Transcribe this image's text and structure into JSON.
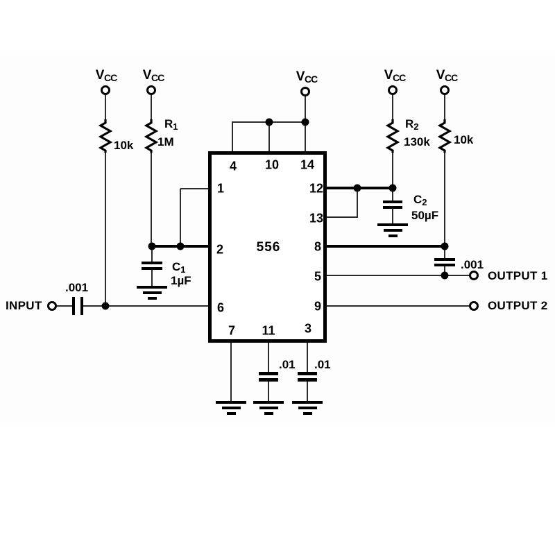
{
  "colors": {
    "ink": "#000000",
    "paper": "#ffffff"
  },
  "power": {
    "v": "V",
    "sub": "CC"
  },
  "ic": {
    "part": "556",
    "pins": {
      "p1": "1",
      "p2": "2",
      "p3": "3",
      "p4": "4",
      "p5": "5",
      "p6": "6",
      "p7": "7",
      "p8": "8",
      "p9": "9",
      "p10": "10",
      "p11": "11",
      "p12": "12",
      "p13": "13",
      "p14": "14"
    }
  },
  "resistors": {
    "left_10k": {
      "value": "10k"
    },
    "r1": {
      "name": "R",
      "sub": "1",
      "value": "1M"
    },
    "r2": {
      "name": "R",
      "sub": "2",
      "value": "130k"
    },
    "right_10k": {
      "value": "10k"
    }
  },
  "capacitors": {
    "input_coupling": {
      "value": ".001"
    },
    "c1": {
      "name": "C",
      "sub": "1",
      "value": "1µF"
    },
    "c2": {
      "name": "C",
      "sub": "2",
      "value": "50µF"
    },
    "output_coupling": {
      "value": ".001"
    },
    "pin11_bypass": {
      "value": ".01"
    },
    "pin3_bypass": {
      "value": ".01"
    }
  },
  "io": {
    "input": "INPUT",
    "output1": "OUTPUT 1",
    "output2": "OUTPUT 2"
  }
}
